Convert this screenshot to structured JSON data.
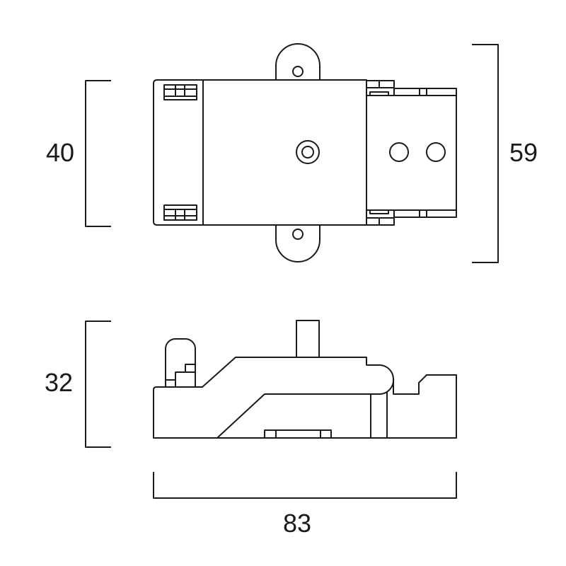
{
  "dimensions": {
    "top_view_height": "40",
    "top_view_overall_width": "59",
    "side_view_height": "32",
    "overall_length": "83"
  },
  "colors": {
    "line": "#1a1a1a",
    "background": "#ffffff"
  }
}
